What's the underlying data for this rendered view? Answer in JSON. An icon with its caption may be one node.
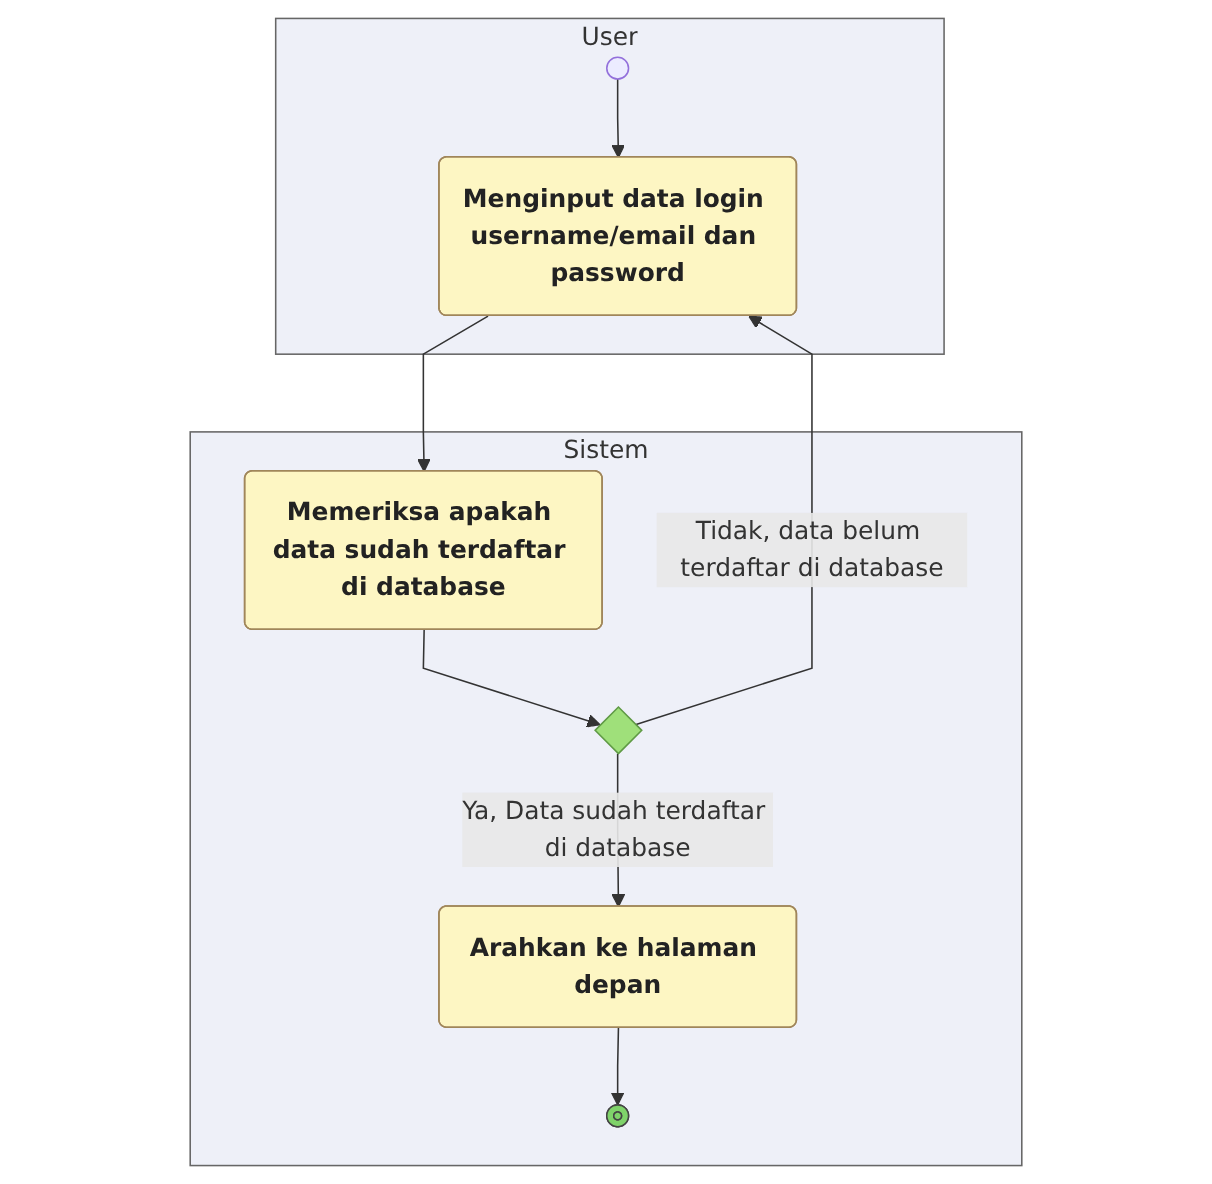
{
  "diagram": {
    "nodes": [
      {
        "text": [
          "User"
        ]
      },
      {
        "text": [
          "Sistem"
        ]
      },
      {
        "text": [],
        "shape": "circle",
        "in": 0
      },
      {
        "text": [
          "Menginput data login username/email dan password"
        ],
        "in": 0
      },
      {
        "text": [
          "Memeriksa apakah data sudah terdaftar di database"
        ],
        "in": 1
      },
      {
        "text": [],
        "shape": "diamond",
        "in": 1
      },
      {
        "text": [
          "Arahkan ke halaman depan"
        ],
        "in": 1
      },
      {
        "text": [],
        "shape": "circle",
        "in": 1
      }
    ],
    "edges": [
      {
        "from": 2,
        "to": 3,
        "arrow": "to"
      },
      {
        "from": 3,
        "to": 4,
        "arrow": "to"
      },
      {
        "from": 4,
        "to": 5,
        "arrow": "to"
      },
      {
        "from": 5,
        "to": 3,
        "arrow": "to",
        "label": "Tidak, data belum terdaftar di database"
      },
      {
        "from": 5,
        "to": 6,
        "arrow": "to",
        "label": "Ya, Data sudah terdaftar di database"
      },
      {
        "from": 6,
        "to": 7,
        "arrow": "to"
      }
    ]
  }
}
